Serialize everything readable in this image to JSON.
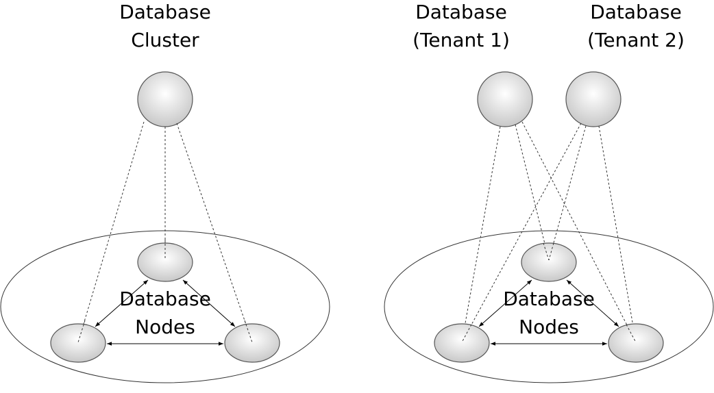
{
  "left_panel": {
    "title_line1": "Database",
    "title_line2": "Cluster",
    "nodes_label_line1": "Database",
    "nodes_label_line2": "Nodes"
  },
  "right_panel": {
    "tenant1_line1": "Database",
    "tenant1_line2": "(Tenant 1)",
    "tenant2_line1": "Database",
    "tenant2_line2": "(Tenant 2)",
    "nodes_label_line1": "Database",
    "nodes_label_line2": "Nodes"
  }
}
